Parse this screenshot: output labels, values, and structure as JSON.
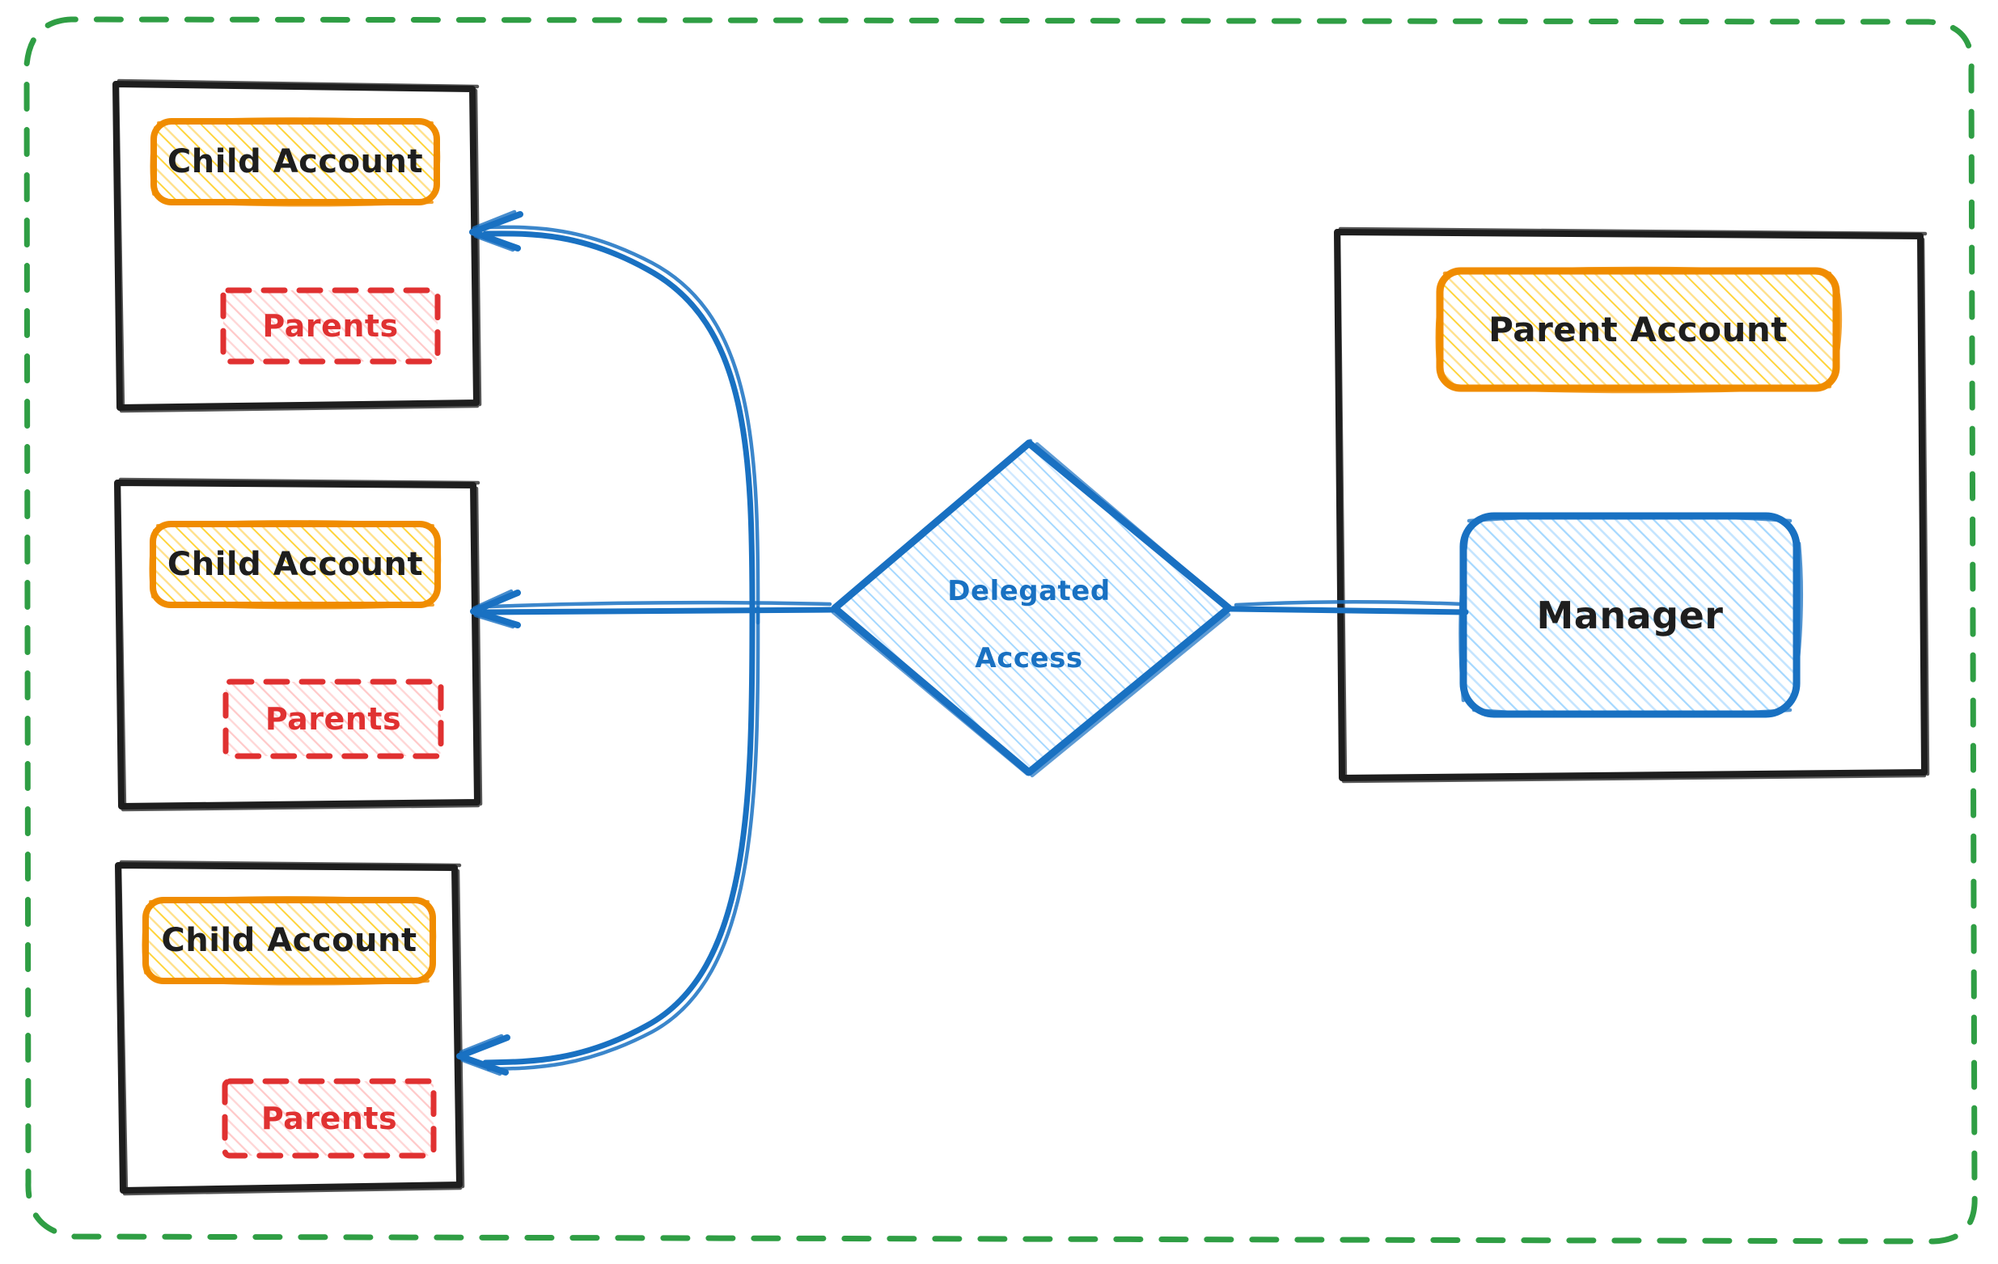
{
  "diagram": {
    "title": "Delegated Access",
    "style": "hand-drawn sketch",
    "background": "#ffffff",
    "outer_boundary": {
      "name": "organization-boundary",
      "stroke": "#2f9e44",
      "stroke_style": "dashed",
      "shape": "rounded-rectangle"
    },
    "colors": {
      "black_stroke": "#1e1e1e",
      "orange_stroke": "#f08c00",
      "orange_fill": "#ffd43b",
      "red_stroke": "#e03131",
      "red_fill": "#ffa8a8",
      "blue_stroke": "#1971c2",
      "blue_fill": "#74c0fc",
      "green_dashed": "#2f9e44"
    },
    "child_containers": [
      {
        "id": "child-container-1",
        "account_label": "Child Account",
        "parents_label": "Parents"
      },
      {
        "id": "child-container-2",
        "account_label": "Child Account",
        "parents_label": "Parents"
      },
      {
        "id": "child-container-3",
        "account_label": "Child Account",
        "parents_label": "Parents"
      }
    ],
    "decision": {
      "id": "delegated-access-diamond",
      "label_line_1": "Delegated",
      "label_line_2": "Access",
      "shape": "diamond",
      "stroke": "#1971c2",
      "fill": "#74c0fc"
    },
    "parent_container": {
      "id": "parent-container",
      "account_label": "Parent Account",
      "manager_label": "Manager"
    },
    "connectors": [
      {
        "id": "connector-to-child-1",
        "from": "delegated-access-diamond",
        "to": "child-container-1",
        "arrowhead": "end",
        "stroke": "#1971c2"
      },
      {
        "id": "connector-to-child-2",
        "from": "delegated-access-diamond",
        "to": "child-container-2",
        "arrowhead": "end",
        "stroke": "#1971c2"
      },
      {
        "id": "connector-to-child-3",
        "from": "delegated-access-diamond",
        "to": "child-container-3",
        "arrowhead": "end",
        "stroke": "#1971c2"
      },
      {
        "id": "connector-manager-to-diamond",
        "from": "manager",
        "to": "delegated-access-diamond",
        "arrowhead": "none",
        "stroke": "#1971c2"
      }
    ]
  }
}
